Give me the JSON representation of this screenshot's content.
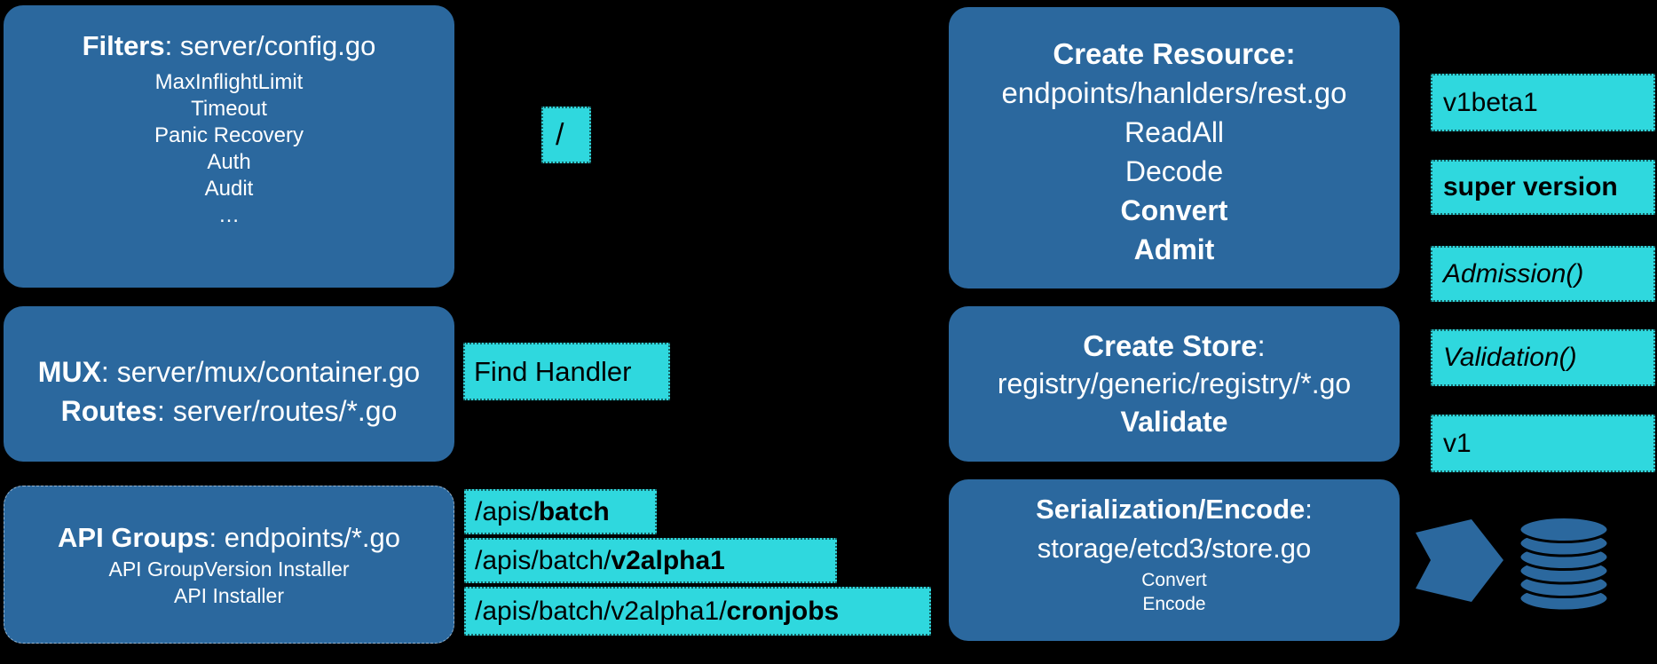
{
  "colors": {
    "background": "#000000",
    "box_blue": "#2B689E",
    "label_cyan": "#2FD8DE",
    "box_text": "#FFFFFF",
    "label_text": "#000000"
  },
  "boxes": {
    "filters": {
      "title_bold": "Filters",
      "title_rest": ": server/config.go",
      "items": [
        "MaxInflightLimit",
        "Timeout",
        "Panic Recovery",
        "Auth",
        "Audit",
        "…"
      ]
    },
    "mux": {
      "line1_bold": "MUX",
      "line1_rest": ": server/mux/container.go",
      "line2_bold": "Routes",
      "line2_rest": ": server/routes/*.go"
    },
    "api_groups": {
      "title_bold": "API Groups",
      "title_rest": ": endpoints/*.go",
      "items": [
        "API GroupVersion Installer",
        "API Installer"
      ]
    },
    "create_resource": {
      "title": "Create Resource:",
      "path": "endpoints/hanlders/rest.go",
      "step1": "ReadAll",
      "step2": "Decode",
      "step3_bold": "Convert",
      "step4_bold": "Admit"
    },
    "create_store": {
      "title_bold": "Create Store",
      "title_rest": ":",
      "path": "registry/generic/registry/*.go",
      "step_bold": "Validate"
    },
    "serialization": {
      "title_bold": "Serialization/Encode",
      "title_rest": ":",
      "path": "storage/etcd3/store.go",
      "step1": "Convert",
      "step2": "Encode"
    }
  },
  "path_labels": {
    "root": "/",
    "find_handler": "Find Handler",
    "batch_prefix": "/apis/",
    "batch_bold": "batch",
    "version_prefix": "/apis/batch/",
    "version_bold": "v2alpha1",
    "resource_prefix": "/apis/batch/v2alpha1/",
    "resource_bold": "cronjobs"
  },
  "side_labels": {
    "v1beta1": "v1beta1",
    "super_version": "super version",
    "admission": "Admission()",
    "validation": "Validation()",
    "v1": "v1"
  },
  "icons": {
    "arrow": "right-chevron-arrow",
    "database": "database-cylinder"
  }
}
